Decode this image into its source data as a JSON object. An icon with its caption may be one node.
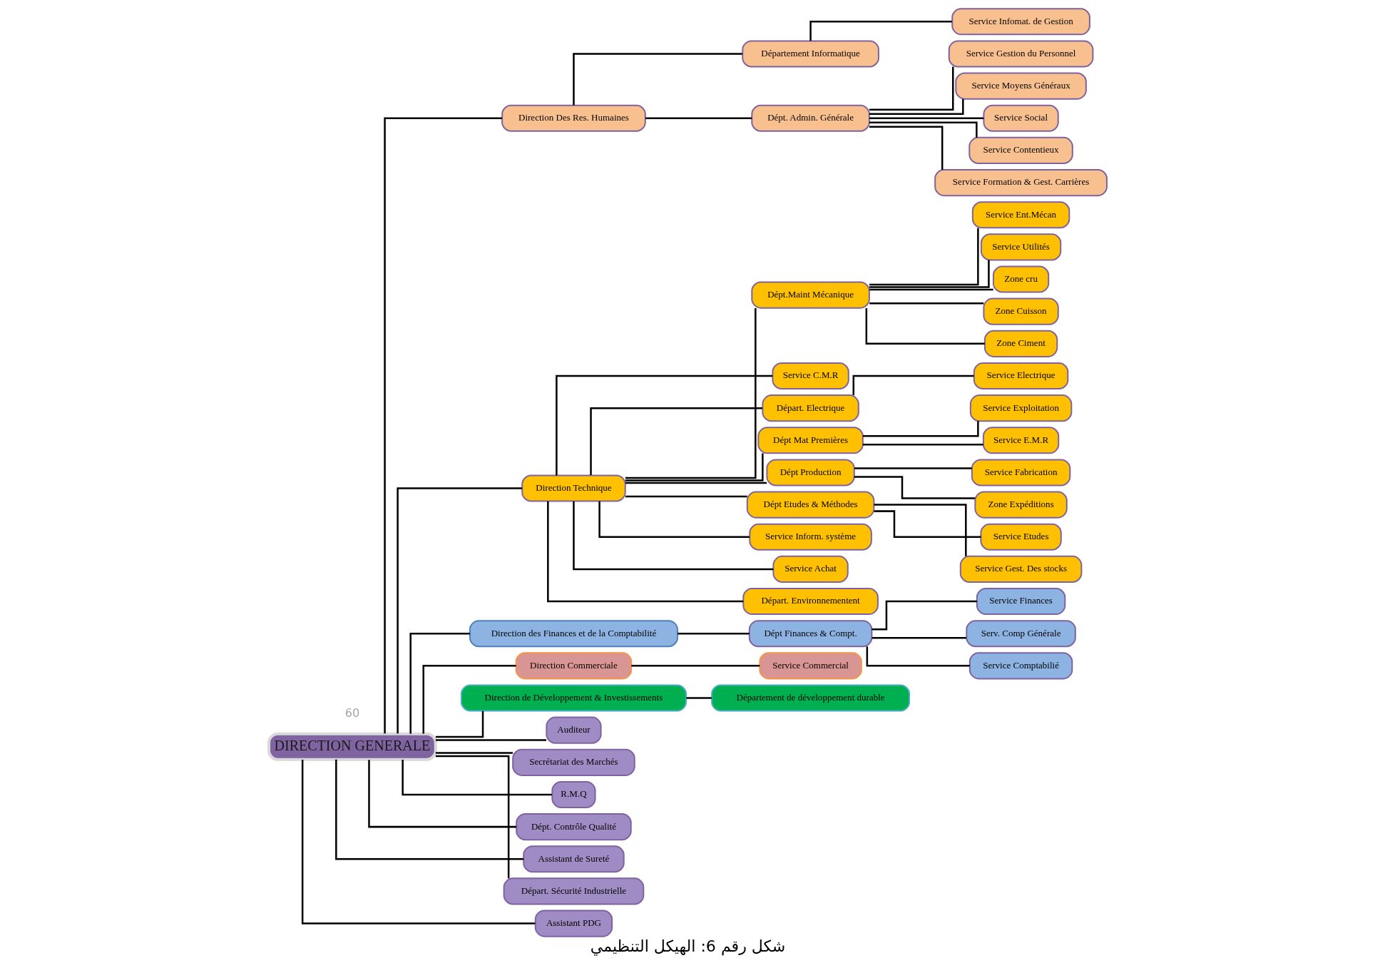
{
  "diagram": {
    "caption": "شكل رقم 6: الهيكل التنظيمي",
    "nodes": [
      {
        "text": [
          "DIRECTION GENERALE"
        ]
      },
      {
        "text": [
          "Direction Des Res. Humaines"
        ]
      },
      {
        "text": [
          "Direction Technique"
        ]
      },
      {
        "text": [
          "Direction des Finances et de la Comptabilité"
        ]
      },
      {
        "text": [
          "Direction Commerciale"
        ]
      },
      {
        "text": [
          "Direction de Développement & Investissements"
        ]
      },
      {
        "text": [
          "Département Informatique"
        ]
      },
      {
        "text": [
          "Service Infomat. de Gestion"
        ]
      },
      {
        "text": [
          "Dépt. Admin. Générale"
        ]
      },
      {
        "text": [
          "Service Gestion du Personnel"
        ]
      },
      {
        "text": [
          "Service Moyens Généraux"
        ]
      },
      {
        "text": [
          "Service Social"
        ]
      },
      {
        "text": [
          "Service Contentieux"
        ]
      },
      {
        "text": [
          "Service Formation & Gest. Carrières"
        ]
      },
      {
        "text": [
          "Dépt.Maint Mécanique"
        ]
      },
      {
        "text": [
          "Service Ent.Mécan"
        ]
      },
      {
        "text": [
          "Service Utilités"
        ]
      },
      {
        "text": [
          "Service C.M.R"
        ]
      },
      {
        "text": [
          "Départ. Electrique"
        ]
      },
      {
        "text": [
          "Service Electrique"
        ]
      },
      {
        "text": [
          "Dépt Mat Premières"
        ]
      },
      {
        "text": [
          "Service Exploitation"
        ]
      },
      {
        "text": [
          "Service E.M.R"
        ]
      },
      {
        "text": [
          "Dépt Production"
        ]
      },
      {
        "text": [
          "Service Fabrication"
        ]
      },
      {
        "text": [
          "Zone Expéditions"
        ]
      },
      {
        "text": [
          "Dépt Etudes & Méthodes"
        ]
      },
      {
        "text": [
          "Service Etudes"
        ]
      },
      {
        "text": [
          "Service Gest. Des stocks"
        ]
      },
      {
        "text": [
          "Service Inform. système"
        ]
      },
      {
        "text": [
          "Service Achat"
        ]
      },
      {
        "text": [
          "Départ. Environnementent"
        ]
      },
      {
        "text": [
          "Zone cru"
        ]
      },
      {
        "text": [
          "Zone Cuisson"
        ]
      },
      {
        "text": [
          "Zone Ciment"
        ]
      },
      {
        "text": [
          "Dépt Finances & Compt."
        ]
      },
      {
        "text": [
          "Service Finances"
        ]
      },
      {
        "text": [
          "Serv. Comp Générale"
        ]
      },
      {
        "text": [
          "Service Comptabilié"
        ]
      },
      {
        "text": [
          "Service Commercial"
        ]
      },
      {
        "text": [
          "Département de développement durable"
        ]
      },
      {
        "text": [
          "Auditeur"
        ]
      },
      {
        "text": [
          "Secrétariat des Marchés"
        ]
      },
      {
        "text": [
          "R.M.Q"
        ]
      },
      {
        "text": [
          "Dépt. Contrôle Qualité"
        ]
      },
      {
        "text": [
          "Assistant de Sureté"
        ]
      },
      {
        "text": [
          "Départ. Sécurité Industrielle"
        ]
      },
      {
        "text": [
          "Assistant PDG"
        ]
      }
    ],
    "edges": [
      {
        "from": 0,
        "to": 1,
        "arrow": "none"
      },
      {
        "from": 0,
        "to": 2,
        "arrow": "none"
      },
      {
        "from": 0,
        "to": 3,
        "arrow": "none"
      },
      {
        "from": 0,
        "to": 4,
        "arrow": "none"
      },
      {
        "from": 0,
        "to": 5,
        "arrow": "none"
      },
      {
        "from": 1,
        "to": 6,
        "arrow": "none"
      },
      {
        "from": 6,
        "to": 7,
        "arrow": "none"
      },
      {
        "from": 1,
        "to": 8,
        "arrow": "none"
      },
      {
        "from": 8,
        "to": 9,
        "arrow": "none"
      },
      {
        "from": 8,
        "to": 10,
        "arrow": "none"
      },
      {
        "from": 8,
        "to": 11,
        "arrow": "none"
      },
      {
        "from": 8,
        "to": 12,
        "arrow": "none"
      },
      {
        "from": 8,
        "to": 13,
        "arrow": "none"
      },
      {
        "from": 2,
        "to": 14,
        "arrow": "none"
      },
      {
        "from": 14,
        "to": 15,
        "arrow": "none"
      },
      {
        "from": 14,
        "to": 16,
        "arrow": "none"
      },
      {
        "from": 2,
        "to": 17,
        "arrow": "none"
      },
      {
        "from": 2,
        "to": 18,
        "arrow": "none"
      },
      {
        "from": 18,
        "to": 19,
        "arrow": "none"
      },
      {
        "from": 2,
        "to": 20,
        "arrow": "none"
      },
      {
        "from": 20,
        "to": 21,
        "arrow": "none"
      },
      {
        "from": 20,
        "to": 22,
        "arrow": "none"
      },
      {
        "from": 2,
        "to": 23,
        "arrow": "none"
      },
      {
        "from": 23,
        "to": 24,
        "arrow": "none"
      },
      {
        "from": 23,
        "to": 25,
        "arrow": "none"
      },
      {
        "from": 2,
        "to": 26,
        "arrow": "none"
      },
      {
        "from": 26,
        "to": 27,
        "arrow": "none"
      },
      {
        "from": 26,
        "to": 28,
        "arrow": "none"
      },
      {
        "from": 2,
        "to": 29,
        "arrow": "none"
      },
      {
        "from": 2,
        "to": 30,
        "arrow": "none"
      },
      {
        "from": 2,
        "to": 31,
        "arrow": "none"
      },
      {
        "from": 14,
        "to": 32,
        "arrow": "none"
      },
      {
        "from": 14,
        "to": 33,
        "arrow": "none"
      },
      {
        "from": 14,
        "to": 34,
        "arrow": "none"
      },
      {
        "from": 3,
        "to": 35,
        "arrow": "none"
      },
      {
        "from": 35,
        "to": 36,
        "arrow": "none"
      },
      {
        "from": 35,
        "to": 37,
        "arrow": "none"
      },
      {
        "from": 35,
        "to": 38,
        "arrow": "none"
      },
      {
        "from": 4,
        "to": 39,
        "arrow": "none"
      },
      {
        "from": 5,
        "to": 40,
        "arrow": "none"
      },
      {
        "from": 0,
        "to": 41,
        "arrow": "none"
      },
      {
        "from": 0,
        "to": 42,
        "arrow": "none"
      },
      {
        "from": 0,
        "to": 43,
        "arrow": "none"
      },
      {
        "from": 0,
        "to": 44,
        "arrow": "none"
      },
      {
        "from": 0,
        "to": 45,
        "arrow": "none"
      },
      {
        "from": 0,
        "to": 46,
        "arrow": "none"
      },
      {
        "from": 0,
        "to": 47,
        "arrow": "none"
      }
    ],
    "labels": [
      "60"
    ]
  }
}
